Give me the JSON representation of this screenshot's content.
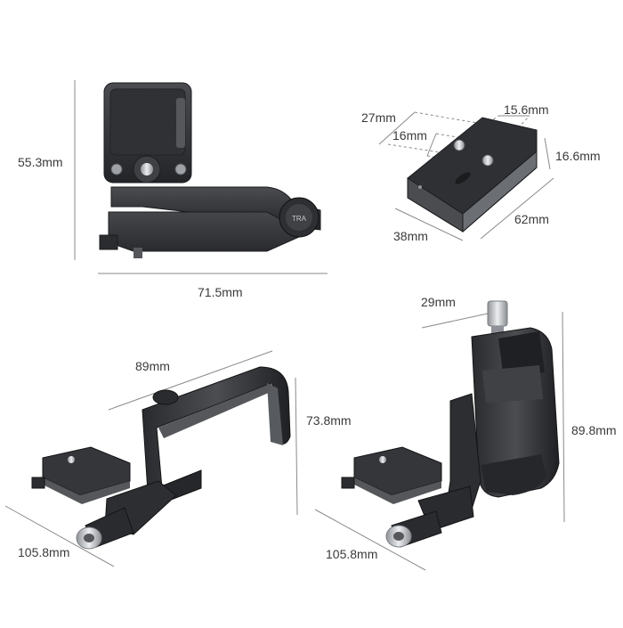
{
  "figures": {
    "top_left": {
      "height_label": "55.3mm",
      "width_label": "71.5mm",
      "knob_text": "TRA"
    },
    "top_right": {
      "top_depth_label": "27mm",
      "slot_label": "16mm",
      "screw_spacing_label": "15.6mm",
      "thickness_label": "16.6mm",
      "width_label": "38mm",
      "length_label": "62mm"
    },
    "bottom_left": {
      "clamp_width_label": "89mm",
      "height_label": "73.8mm",
      "length_label": "105.8mm"
    },
    "bottom_right": {
      "top_label": "29mm",
      "height_label": "89.8mm",
      "length_label": "105.8mm"
    }
  },
  "colors": {
    "metal_dark": "#2b2c2f",
    "metal_mid": "#3d3f43",
    "metal_light": "#6b6e73",
    "edge_highlight": "#8d9096",
    "screw_silver": "#c9cbce",
    "dimension_line": "#8a8a8a",
    "label_text": "#3a3a3a"
  }
}
